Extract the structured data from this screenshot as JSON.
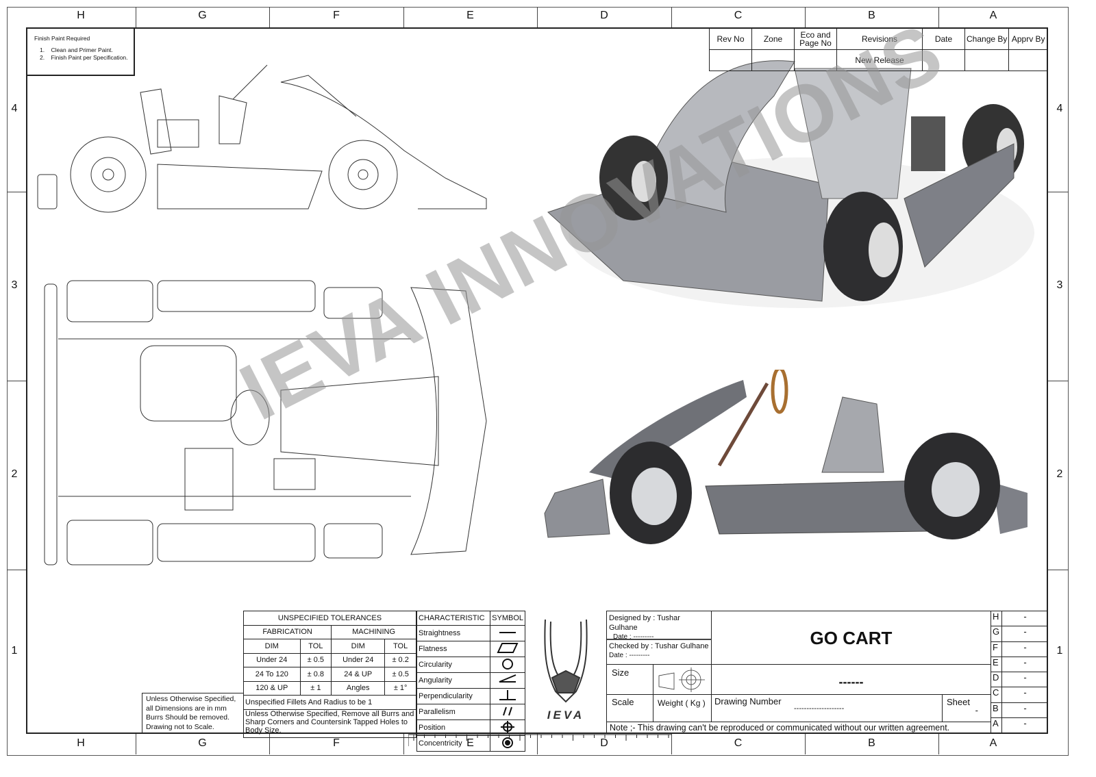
{
  "zones": {
    "columns": [
      "H",
      "G",
      "F",
      "E",
      "D",
      "C",
      "B",
      "A"
    ],
    "rows": [
      "4",
      "3",
      "2",
      "1"
    ]
  },
  "notes": {
    "title": "Finish Paint Required",
    "items": [
      "1.    Clean and Primer Paint.",
      "2.    Finish Paint per Specification."
    ]
  },
  "revisions": {
    "headers": [
      "Rev No",
      "Zone",
      "Eco and Page No",
      "Revisions",
      "Date",
      "Change By",
      "Apprv By"
    ],
    "rows": [
      [
        "",
        "",
        "",
        "New Release",
        "",
        "",
        ""
      ]
    ]
  },
  "watermark": "IEVA INNOVATIONS",
  "tolerances": {
    "title": "UNSPECIFIED TOLERANCES",
    "fabrication": "FABRICATION",
    "machining": "MACHINING",
    "dim": "DIM",
    "tol": "TOL",
    "rows": [
      [
        "Under 24",
        "± 0.5",
        "Under 24",
        "± 0.2"
      ],
      [
        "24 To 120",
        "± 0.8",
        "24 & UP",
        "± 0.5"
      ],
      [
        "120 & UP",
        "± 1",
        "Angles",
        "± 1°"
      ]
    ],
    "fillets": "Unspecified Fillets And Radius to be 1",
    "burrs": "Unless Otherwise Specified, Remove all Burrs and Sharp Corners and Countersink Tapped Holes to Body Size."
  },
  "general_note": "Unless Otherwise Specified, all Dimensions are in mm Burrs Should be removed. Drawing not to Scale.",
  "characteristics": {
    "header": "CHARACTERISTIC",
    "symbol_header": "SYMBOL",
    "items": [
      {
        "name": "Straightness",
        "icon": "straightness-icon"
      },
      {
        "name": "Flatness",
        "icon": "flatness-icon"
      },
      {
        "name": "Circularity",
        "icon": "circularity-icon"
      },
      {
        "name": "Angularity",
        "icon": "angularity-icon"
      },
      {
        "name": "Perpendicularity",
        "icon": "perpendicularity-icon"
      },
      {
        "name": "Parallelism",
        "icon": "parallelism-icon"
      },
      {
        "name": "Position",
        "icon": "position-icon"
      },
      {
        "name": "Concentricity",
        "icon": "concentricity-icon"
      }
    ]
  },
  "logo": {
    "text": "IEVA"
  },
  "title_block": {
    "designed_by": "Designed by : Tushar Gulhane",
    "designed_date": "Date : ---------",
    "checked_by": "Checked by : Tushar Gulhane",
    "checked_date": "Date : ---------",
    "title": "GO CART",
    "subtitle": "------",
    "size_label": "Size",
    "scale_label": "Scale",
    "weight_label": "Weight ( Kg )",
    "drawing_number_label": "Drawing Number",
    "drawing_number": "--------------------",
    "sheet_label": "Sheet",
    "sheet_value": "-",
    "note": "Note ;- This drawing can't be reproduced or communicated without our written agreement.",
    "revision_letters": [
      {
        "letter": "H",
        "value": "-"
      },
      {
        "letter": "G",
        "value": "-"
      },
      {
        "letter": "F",
        "value": "-"
      },
      {
        "letter": "E",
        "value": "-"
      },
      {
        "letter": "D",
        "value": "-"
      },
      {
        "letter": "C",
        "value": "-"
      },
      {
        "letter": "B",
        "value": "-"
      },
      {
        "letter": "A",
        "value": "-"
      }
    ]
  }
}
